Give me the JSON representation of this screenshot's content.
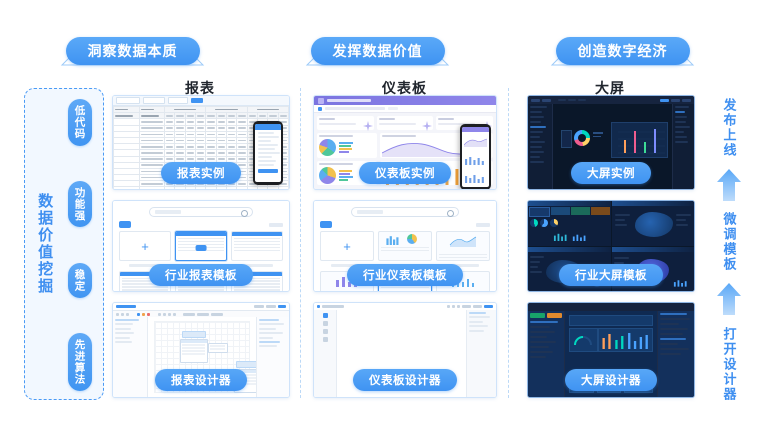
{
  "banners": [
    {
      "label": "洞察数据本质"
    },
    {
      "label": "发挥数据价值"
    },
    {
      "label": "创造数字经济"
    }
  ],
  "columns": [
    {
      "heading": "报表"
    },
    {
      "heading": "仪表板"
    },
    {
      "heading": "大屏"
    }
  ],
  "left_panel": {
    "title": "数据价值挖掘",
    "tags": [
      {
        "label": "低代码"
      },
      {
        "label": "功能强"
      },
      {
        "label": "稳定"
      },
      {
        "label": "先进算法"
      }
    ]
  },
  "right_flow": {
    "steps": [
      {
        "label": "发布上线"
      },
      {
        "label": "微调模板"
      },
      {
        "label": "打开设计器"
      }
    ],
    "arrow_icon": "arrow-up-icon"
  },
  "cards": {
    "report_instance": {
      "caption": "报表实例"
    },
    "report_template": {
      "caption": "行业报表模板"
    },
    "report_designer": {
      "caption": "报表设计器"
    },
    "dashboard_instance": {
      "caption": "仪表板实例"
    },
    "dashboard_template": {
      "caption": "行业仪表板模板"
    },
    "dashboard_designer": {
      "caption": "仪表板设计器"
    },
    "bigscreen_instance": {
      "caption": "大屏实例"
    },
    "bigscreen_template": {
      "caption": "行业大屏模板"
    },
    "bigscreen_designer": {
      "caption": "大屏设计器"
    }
  },
  "colors": {
    "accent": "#3f93f2",
    "accent_light": "#5aa9f8",
    "panel_bg": "#f2f8ff",
    "dashed_border": "#4a9af5",
    "dark_screen": "#0d1b33",
    "dashboard_header": "#7b74e0",
    "heading_text": "#21262e"
  }
}
